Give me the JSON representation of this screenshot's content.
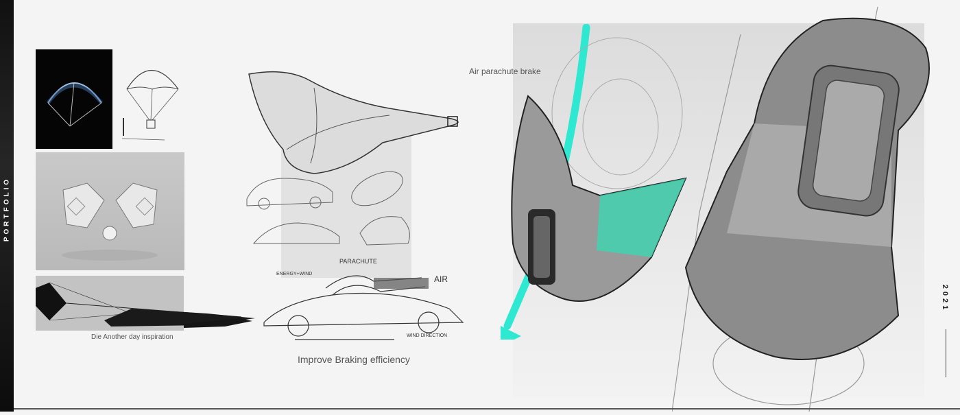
{
  "sidebar": {
    "label": "PORTFOLIO"
  },
  "year": {
    "label": "2021"
  },
  "captions": {
    "inspiration": "Die Another day inspiration",
    "braking": "Improve Braking efficiency",
    "parachute_brake": "Air parachute brake"
  },
  "sketch_notes": {
    "parachute": "PARACHUTE",
    "air": "AIR",
    "wind_direction": "WIND DIRECTION",
    "energy_wind": "ENERGY+WIND"
  },
  "colors": {
    "accent": "#2fe8d2",
    "sidebar": "#151515",
    "background": "#f4f4f4"
  }
}
